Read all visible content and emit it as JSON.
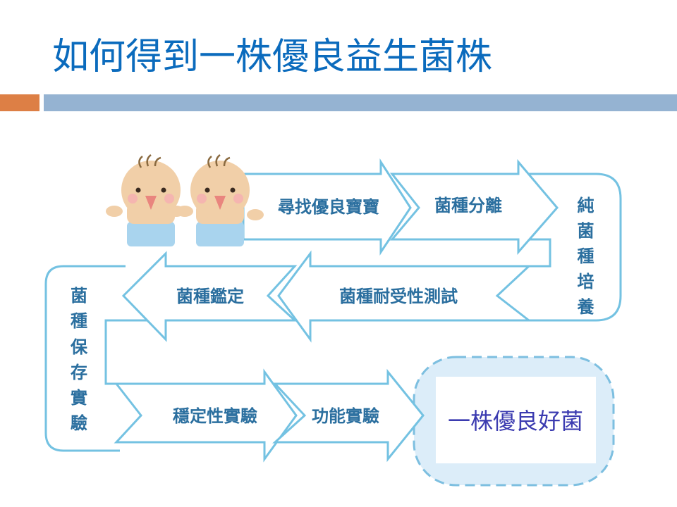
{
  "slide": {
    "title": "如何得到一株優良益生菌株",
    "accent_colors": {
      "title": "#0b6bbd",
      "bar_left": "#dd7f45",
      "bar_right": "#95b3d2",
      "arrow_stroke": "#74c2e2"
    }
  },
  "diagram": {
    "steps": [
      {
        "label": "尋找優良寶寶"
      },
      {
        "label": "菌種分離"
      },
      {
        "label": "純菌種培養",
        "vertical": [
          "純",
          "菌",
          "種",
          "培",
          "養"
        ]
      },
      {
        "label": "菌種耐受性測試"
      },
      {
        "label": "菌種鑑定"
      },
      {
        "label": "菌種保存實驗",
        "vertical": [
          "菌",
          "種",
          "保",
          "存",
          "實",
          "驗"
        ]
      },
      {
        "label": "穩定性實驗"
      },
      {
        "label": "功能實驗"
      }
    ],
    "result": "一株優良好菌",
    "illustration": "two-babies-icon"
  }
}
